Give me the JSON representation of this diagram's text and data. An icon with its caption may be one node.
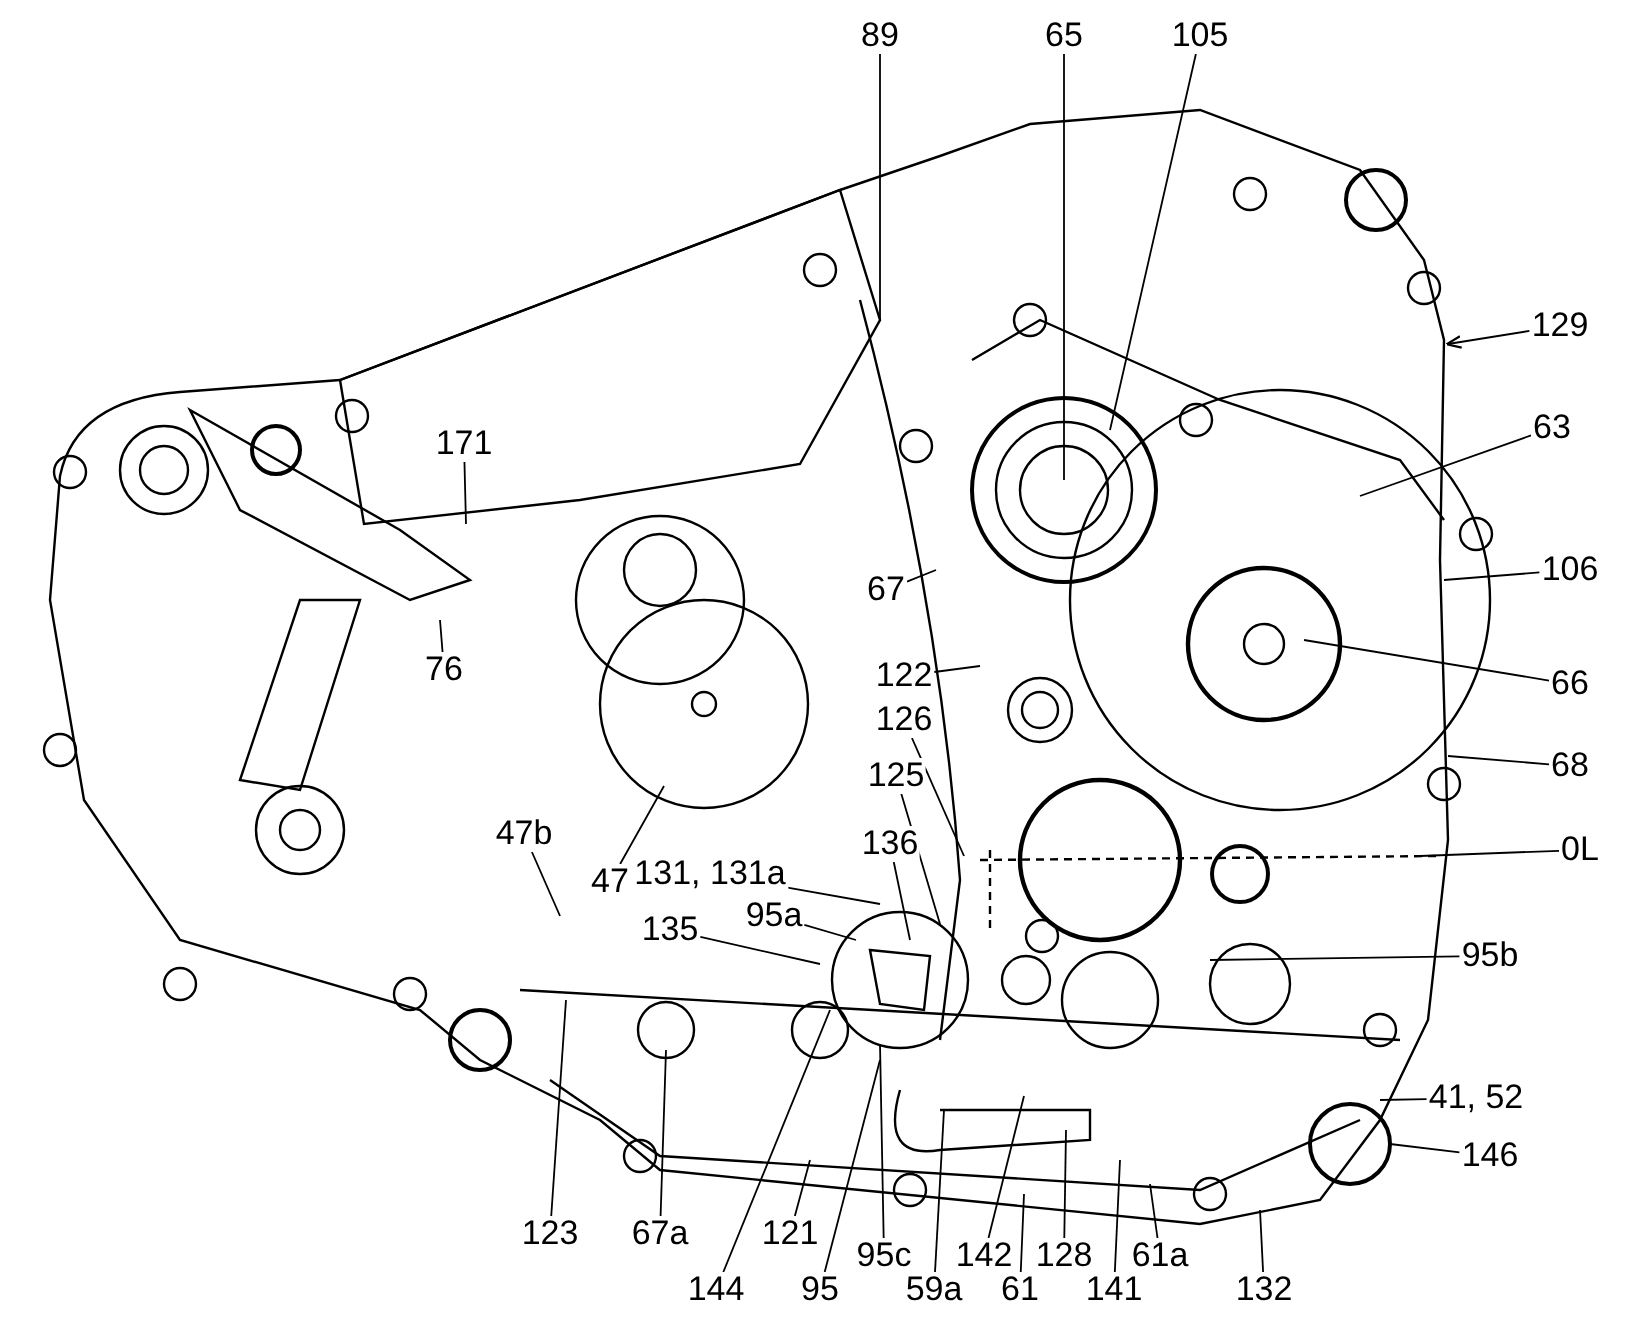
{
  "diagram": {
    "nodes": [
      {
        "text": [
          "89"
        ]
      },
      {
        "text": [
          "65"
        ]
      },
      {
        "text": [
          "105"
        ]
      },
      {
        "text": [
          "129"
        ]
      },
      {
        "text": [
          "171"
        ]
      },
      {
        "text": [
          "63"
        ]
      },
      {
        "text": [
          "67"
        ]
      },
      {
        "text": [
          "106"
        ]
      },
      {
        "text": [
          "122"
        ]
      },
      {
        "text": [
          "126"
        ]
      },
      {
        "text": [
          "66"
        ]
      },
      {
        "text": [
          "125"
        ]
      },
      {
        "text": [
          "68"
        ]
      },
      {
        "text": [
          "76"
        ]
      },
      {
        "text": [
          "47b"
        ]
      },
      {
        "text": [
          "47"
        ]
      },
      {
        "text": [
          "131, 131a"
        ]
      },
      {
        "text": [
          "136"
        ]
      },
      {
        "text": [
          "95a"
        ]
      },
      {
        "text": [
          "135"
        ]
      },
      {
        "text": [
          "0L"
        ]
      },
      {
        "text": [
          "95b"
        ]
      },
      {
        "text": [
          "41, 52"
        ]
      },
      {
        "text": [
          "146"
        ]
      },
      {
        "text": [
          "123"
        ]
      },
      {
        "text": [
          "67a"
        ]
      },
      {
        "text": [
          "121"
        ]
      },
      {
        "text": [
          "144"
        ]
      },
      {
        "text": [
          "95"
        ]
      },
      {
        "text": [
          "95c"
        ]
      },
      {
        "text": [
          "59a"
        ]
      },
      {
        "text": [
          "142"
        ]
      },
      {
        "text": [
          "61"
        ]
      },
      {
        "text": [
          "128"
        ]
      },
      {
        "text": [
          "141"
        ]
      },
      {
        "text": [
          "61a"
        ]
      },
      {
        "text": [
          "132"
        ]
      }
    ],
    "edges": [
      {
        "from": 0,
        "to": null,
        "arrow": "none"
      },
      {
        "from": 1,
        "to": null,
        "arrow": "none"
      },
      {
        "from": 2,
        "to": null,
        "arrow": "none"
      },
      {
        "from": 3,
        "to": null,
        "arrow": "to"
      },
      {
        "from": 4,
        "to": null,
        "arrow": "none"
      },
      {
        "from": 5,
        "to": null,
        "arrow": "none"
      },
      {
        "from": 6,
        "to": null,
        "arrow": "none"
      },
      {
        "from": 7,
        "to": null,
        "arrow": "none"
      },
      {
        "from": 8,
        "to": null,
        "arrow": "none"
      },
      {
        "from": 9,
        "to": null,
        "arrow": "none"
      },
      {
        "from": 10,
        "to": null,
        "arrow": "none"
      },
      {
        "from": 11,
        "to": null,
        "arrow": "none"
      },
      {
        "from": 12,
        "to": null,
        "arrow": "none"
      },
      {
        "from": 13,
        "to": null,
        "arrow": "none"
      },
      {
        "from": 14,
        "to": null,
        "arrow": "none"
      },
      {
        "from": 15,
        "to": null,
        "arrow": "none"
      },
      {
        "from": 16,
        "to": null,
        "arrow": "none"
      },
      {
        "from": 17,
        "to": null,
        "arrow": "none"
      },
      {
        "from": 18,
        "to": null,
        "arrow": "none"
      },
      {
        "from": 19,
        "to": null,
        "arrow": "none"
      },
      {
        "from": 20,
        "to": null,
        "arrow": "none"
      },
      {
        "from": 21,
        "to": null,
        "arrow": "none"
      },
      {
        "from": 22,
        "to": null,
        "arrow": "none"
      },
      {
        "from": 23,
        "to": null,
        "arrow": "none"
      },
      {
        "from": 24,
        "to": null,
        "arrow": "none"
      },
      {
        "from": 25,
        "to": null,
        "arrow": "none"
      },
      {
        "from": 26,
        "to": null,
        "arrow": "none"
      },
      {
        "from": 27,
        "to": null,
        "arrow": "none"
      },
      {
        "from": 28,
        "to": null,
        "arrow": "none"
      },
      {
        "from": 29,
        "to": null,
        "arrow": "none"
      },
      {
        "from": 30,
        "to": null,
        "arrow": "none"
      },
      {
        "from": 31,
        "to": null,
        "arrow": "none"
      },
      {
        "from": 32,
        "to": null,
        "arrow": "none"
      },
      {
        "from": 33,
        "to": null,
        "arrow": "none"
      },
      {
        "from": 34,
        "to": null,
        "arrow": "none"
      },
      {
        "from": 35,
        "to": null,
        "arrow": "none"
      },
      {
        "from": 36,
        "to": null,
        "arrow": "none"
      }
    ]
  }
}
